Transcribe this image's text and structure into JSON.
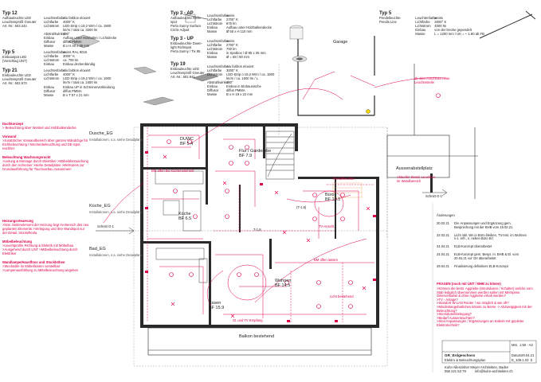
{
  "specs": {
    "col1": [
      {
        "title": "Typ 12",
        "lines": [
          "Aufbauleuchte LED",
          "Leuchtenprofil Gneuter",
          "Art.-Nr.: 503.442"
        ],
        "rows": [
          [
            "Leuchtenfarbe",
            "Alu farblos eloxiert"
          ],
          [
            "Lichtfarbe",
            "4000° K"
          ],
          [
            "Lichtstrom",
            "LED-Strip o 19,2 W/m / ca. 1900 lm/m / total ca. 3200 lm"
          ],
          [
            "Abstrahlwinkel",
            "180°"
          ],
          [
            "Einbau",
            "Aufbau unter Holzlatten / Lichtdecke"
          ],
          [
            "Diffusor",
            "diffus PMMA"
          ],
          [
            "Masse",
            "B x H 40 x 35 mm"
          ]
        ]
      },
      {
        "title": "Typ 5",
        "lines": [
          "Einbauspot LED",
          "(Vorschlag UNT)"
        ],
        "rows": [
          [
            "Leuchtenfarbe",
            "weiss RAL 9016"
          ],
          [
            "Lichtfarbe",
            "3000° K"
          ],
          [
            "Lichtstrom",
            "ca. 700 lm"
          ],
          [
            "Einbau",
            "Einbau deckenbündig"
          ]
        ]
      },
      {
        "title": "Typ 21",
        "lines": [
          "Einbauleuchte LED",
          "Leuchtenprofil Gneuter",
          "Art.-Nr.: 502.573"
        ],
        "rows": [
          [
            "Leuchtenfarbe",
            "Alu farblos eloxiert"
          ],
          [
            "Lichtfarbe",
            "4000° K"
          ],
          [
            "Lichtstrom",
            "LED-Strip o 19,2 W/m / ca. 1900 lm/m / total ca. 2400 lm"
          ],
          [
            "Einbau",
            "Einbau UP in Schreinerverkleidung"
          ],
          [
            "Diffusor",
            "diffus PMMA"
          ],
          [
            "Masse",
            "B x T 57 x 21 mm"
          ]
        ]
      }
    ],
    "col2": [
      {
        "title": "Typ 3 - AP",
        "lines": [
          "Aufbauleuchte Richt-",
          "spot",
          "Perla Sunny Surface",
          "Circle Adjust"
        ],
        "rows": [
          [
            "Leuchtenfarbe",
            "weiss"
          ],
          [
            "Lichtfarbe",
            "2700° K"
          ],
          [
            "Lichtstrom",
            "875 lm"
          ],
          [
            "Einbau",
            "Aufbau unter Holzbalkendecke"
          ],
          [
            "Masse",
            "Ø 55 x H 110 mm"
          ]
        ]
      },
      {
        "title": "Typ 3 - UP",
        "lines": [
          "Einbauleuchte Down-",
          "light Richtspot",
          "Perla Sunny / Tix 85"
        ],
        "rows": [
          [
            "Leuchtenfarbe",
            "weiss"
          ],
          [
            "Lichtfarbe",
            "2700° K"
          ],
          [
            "Lichtstrom",
            "700 lm"
          ],
          [
            "Einbau",
            "in Spotbox / Ø 65 x 35 mm"
          ],
          [
            "Masse",
            "Ø = 68 / 80 mm"
          ]
        ]
      },
      {
        "title": "Typ 19",
        "lines": [
          "Einbauleuchte LED",
          "Leuchtenprofil Gneuter",
          "Art.-Nr.: 502.941"
        ],
        "rows": [
          [
            "Leuchtenfarbe",
            "Alu farblos eloxiert"
          ],
          [
            "Lichtfarbe",
            "3000° K"
          ],
          [
            "Lichtstrom",
            "LED-Strip o 19,2 W/m / ca. 1900 lm/m / ca. 1600 lm / L"
          ],
          [
            "Abstrahlwinkel",
            "180°"
          ],
          [
            "Einbau",
            "Einbau in Einbaunische"
          ],
          [
            "Diffusor",
            "diffus PMMA"
          ],
          [
            "Masse",
            "B x H 19 x 22 mm"
          ]
        ]
      }
    ],
    "col3": [
      {
        "title": "Typ 5",
        "lines": [
          "Pendelleuchte",
          "Pendis Line"
        ],
        "rows": [
          [
            "Leuchtenfarbe",
            "weiss"
          ],
          [
            "Lichtfarbe",
            "3000° K"
          ],
          [
            "Lichtstrom",
            "4000 lm"
          ],
          [
            "Einbau",
            "von der Decke gependelt"
          ],
          [
            "Masse",
            "L = 1200 mm / UK = + 1.80 ab FB"
          ]
        ]
      }
    ]
  },
  "notes_left": [
    {
      "head": "Dachkonzept",
      "text": "> Beleuchtung über Wenkel und Holzbalkendecke"
    },
    {
      "head": "Vorwand",
      "text": ">zusätzlicher Vorwandbereich über ganzes Wändchge für Eichbeleuchtung / Nischenbeleuchtung und DE-Spot reichher"
    },
    {
      "head": "Beleuchtung Wachnungsruckt",
      "text": ">Leitung & Montage durch Elektriker >Möbelüberwachung durch den Schreiner >siehe Detailpläne >Mehrpreis zur Grundausführung für Touchvorbau zusammen!"
    },
    {
      "head": "Heizungssteuerung",
      "text": ">bzw. Seitenelement der Heizung liegt im Bereich des neu geplanten Elements >Verlegung und Ihre Wandspot nur der Detail. Stockeftenla"
    },
    {
      "head": "Möbelbeleuchtung",
      "text": ">Leuchtprofile Richtung & Elektrik mit Möbelbau >Ausgehend durch UNT >Möbelbeleuchtung durch Elektriker"
    },
    {
      "head": "Wandlampe/Hausflüss und Stockhöhen",
      "text": ">Stecksolle im Möbelleisten vorstellbar >Lampenausfühlung zu Mittelbeleuchtung angeben"
    }
  ],
  "room_labels": {
    "dusche": "Dusche_EG",
    "dusche_sub": "Installationen, s.a. siehe Detailpläne",
    "kueche": "Küche_EG",
    "kueche_sub": "Installationen, s.a. siehe Detailpläne",
    "bad": "Bad_EG",
    "bad_sub": "Installationen, s.a. siehe Detailpläne",
    "dusche_bf": "DUWC",
    "dusche_bf2": "BF 5.4",
    "flur_bf": "Flur / Garderobe",
    "flur_bf2": "BF 7.9",
    "kueche_bf": "Küche",
    "kueche_bf2": "BF 6.5",
    "buero_bf": "Büro",
    "buero_bf2": "BF 10.1",
    "wohnen_bf": "Wohnen",
    "wohnen_bf2": "BF 14.5",
    "essen_bf": "Essen",
    "essen_bf2": "BF 15.9",
    "garage": "Garage",
    "aussenabstellplatz": "Aussenabstellplatz",
    "balkon": "Balkon bestehend",
    "schnitt_left": "Schnitt O-1",
    "schnitt_right": "Schnitt O-1",
    "t18": "T-1.8",
    "t15": "(T-1.5)"
  },
  "plan_notes": {
    "bm_offen": "BM offen lassen",
    "bm_kueche": "BM offen bis Küchenelement",
    "st_und_tv": "St. und TV Empfang",
    "licht_bestehend": "Licht bestehend",
    "tv_anschl": "TV-Anschl.",
    "pendelleuchte": "Pendelleuchte",
    "aktuelle": "Aktueller Stand: Leuchten im Wandbereich",
    "ab_led": "ab 1ten Anschluss neue Leuchtenteile"
  },
  "revisions": {
    "header": "Änderungen",
    "rows": [
      {
        "date": "20.02.21",
        "text": "Div. Anpassungen und Ergänzung gem. Besprechung mit der BHB vom 16.02.21"
      },
      {
        "date": "22.02.21",
        "text": "Licht inkl. WA in Büro bleiben, TV-Inst. im Wohnen n.s. erfr., s. neben Büro Erl."
      },
      {
        "date": "24.04.21",
        "text": "ELB-Konzept überarbeitet"
      },
      {
        "date": "24.04.21",
        "text": "ELB-Konzept gem. Bespr. m. BHB & El. vom 20.04.21 vor Ort überarbeitet"
      },
      {
        "date": "29.04.21",
        "text": "Finalisierung definitives ELB-Konzept"
      }
    ]
  },
  "questions": {
    "header": "FRAGEN (noch mit UNT / BHB zu klären)",
    "items": [
      ">Können die bestr. Aggriebe (Steckdosen / Schalter) welche vom Stab lediglich übernommen werden sollen mit Mehrpreis Gitterverkabel & ohne Aggriebe erhalt werden?",
      ">TV - Anlage?",
      ">Standort W-LAN Router / wo möglich & wie oft?",
      ">Mindestangebotliches könnte zu Beme -> Abzweigigkeit mit der Beleuchtung?",
      ">Steckdosenbelegung?",
      ">Bedarf Aussenleuchten?",
      ">Sind Anpassungen / Ergänzungen an Kabeln mit gepiinter Elektrotechnik?"
    ]
  },
  "title_block": {
    "mst_label": "Mst.",
    "mst_value": "1:50 - A3",
    "project": "GR_Erdgeschoss",
    "subtitle": "Elektro & Beleuchtungsplan",
    "datum_label": "Datum",
    "datum_value": "29.04.21",
    "plan_no": "E_109.1.03",
    "rev_value": "b",
    "office": "Kuhn Allenzisher Meyer Architekten, Baden",
    "phone": "056 221 53 79",
    "email": "info@kuhn-architekten.ch"
  },
  "colors": {
    "accent": "#e0004a",
    "wall": "#1a1a1a",
    "line": "#777777"
  }
}
